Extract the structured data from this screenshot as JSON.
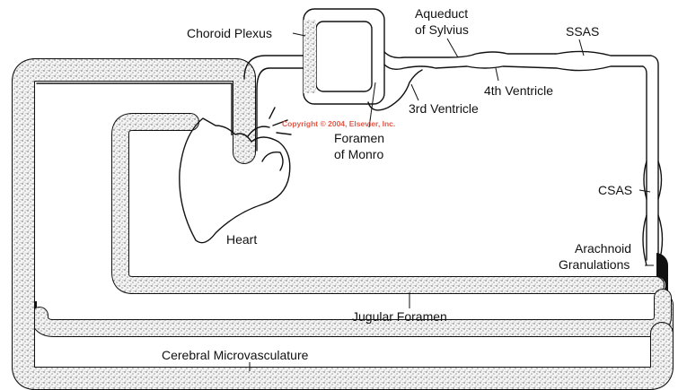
{
  "labels": {
    "choroid_plexus": "Choroid Plexus",
    "aqueduct_line1": "Aqueduct",
    "aqueduct_line2": "of Sylvius",
    "ssas": "SSAS",
    "fourth_ventricle": "4th Ventricle",
    "third_ventricle": "3rd Ventricle",
    "foramen_monro_line1": "Foramen",
    "foramen_monro_line2": "of Monro",
    "heart": "Heart",
    "csas": "CSAS",
    "arachnoid_line1": "Arachnoid",
    "arachnoid_line2": "Granulations",
    "jugular_foramen": "Jugular Foramen",
    "cerebral_microvasculature": "Cerebral Microvasculature"
  },
  "watermark": "Copyright © 2004, Elsevier, Inc.",
  "colors": {
    "ink": "#111111",
    "stipple": "#9a9a9a",
    "watermark": "#e05a4a",
    "background": "#ffffff"
  }
}
